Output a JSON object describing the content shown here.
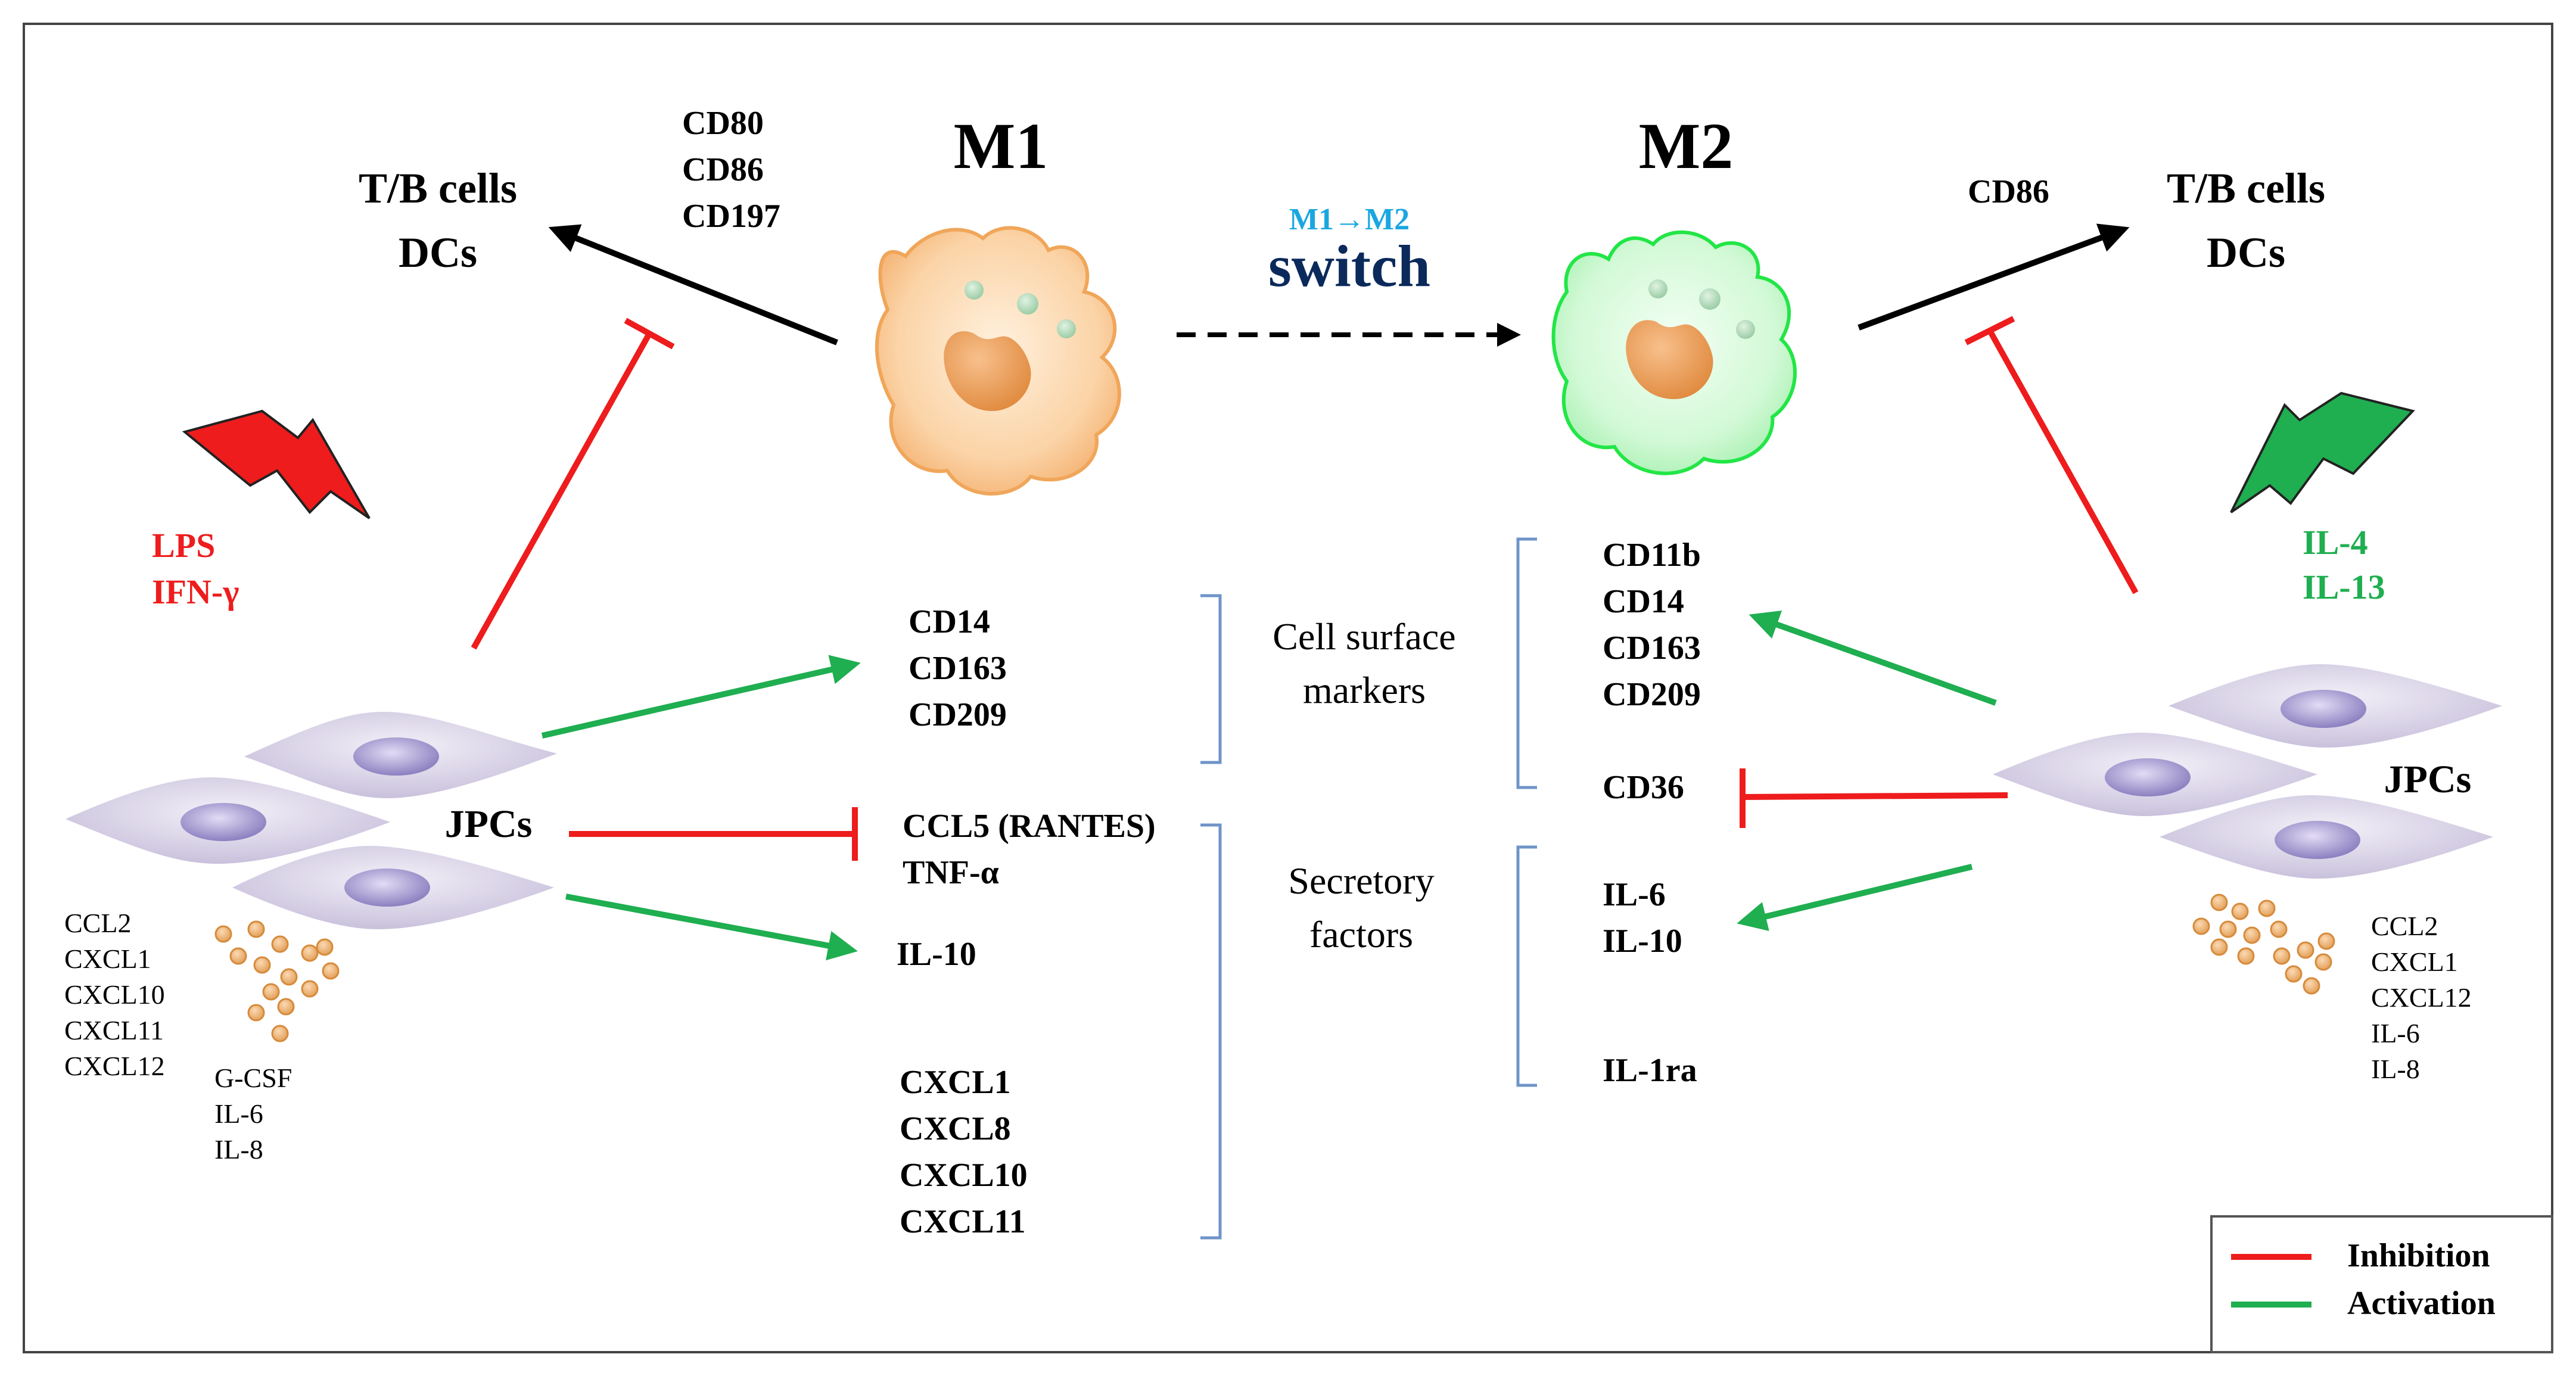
{
  "colors": {
    "inhibition": "#ee1c1c",
    "activation": "#1fae50",
    "switch_small": "#1aa7e0",
    "switch_word": "#0b2a5b",
    "lps": "#ee1c1c",
    "il4": "#1fae50",
    "bracket": "#6f94c8",
    "m1_cell": "#f9c894",
    "m2_cell": "#c9f7cf",
    "jpc_cell": "#dcd6e8",
    "granule": "#f2b06a"
  },
  "titles": {
    "m1": "M1",
    "m2": "M2"
  },
  "switch": {
    "small": "M1→M2",
    "word": "switch"
  },
  "left_target": {
    "line1": "T/B cells",
    "line2": "DCs"
  },
  "right_target": {
    "line1": "T/B cells",
    "line2": "DCs"
  },
  "m1_markers": [
    "CD80",
    "CD86",
    "CD197"
  ],
  "m2_markers": [
    "CD86"
  ],
  "left_stimulus": [
    "LPS",
    "IFN-γ"
  ],
  "right_stimulus": [
    "IL-4",
    "IL-13"
  ],
  "jpcs_label": "JPCs",
  "left_secreted_a": [
    "CCL2",
    "CXCL1",
    "CXCL10",
    "CXCL11",
    "CXCL12"
  ],
  "left_secreted_b": [
    "G-CSF",
    "IL-6",
    "IL-8"
  ],
  "right_secreted": [
    "CCL2",
    "CXCL1",
    "CXCL12",
    "IL-6",
    "IL-8"
  ],
  "center": {
    "surface_title": [
      "Cell surface",
      "markers"
    ],
    "secretory_title": [
      "Secretory",
      "factors"
    ],
    "m1_surface": [
      "CD14",
      "CD163",
      "CD209"
    ],
    "m1_inhibited": [
      "CCL5 (RANTES)",
      "TNF-α"
    ],
    "m1_activated": [
      "IL-10"
    ],
    "m1_chemokines": [
      "CXCL1",
      "CXCL8",
      "CXCL10",
      "CXCL11"
    ],
    "m2_surface": [
      "CD11b",
      "CD14",
      "CD163",
      "CD209"
    ],
    "m2_inhibited": [
      "CD36"
    ],
    "m2_secretory": [
      "IL-6",
      "IL-10"
    ],
    "m2_other": [
      "IL-1ra"
    ]
  },
  "legend": {
    "inhibition": "Inhibition",
    "activation": "Activation"
  }
}
